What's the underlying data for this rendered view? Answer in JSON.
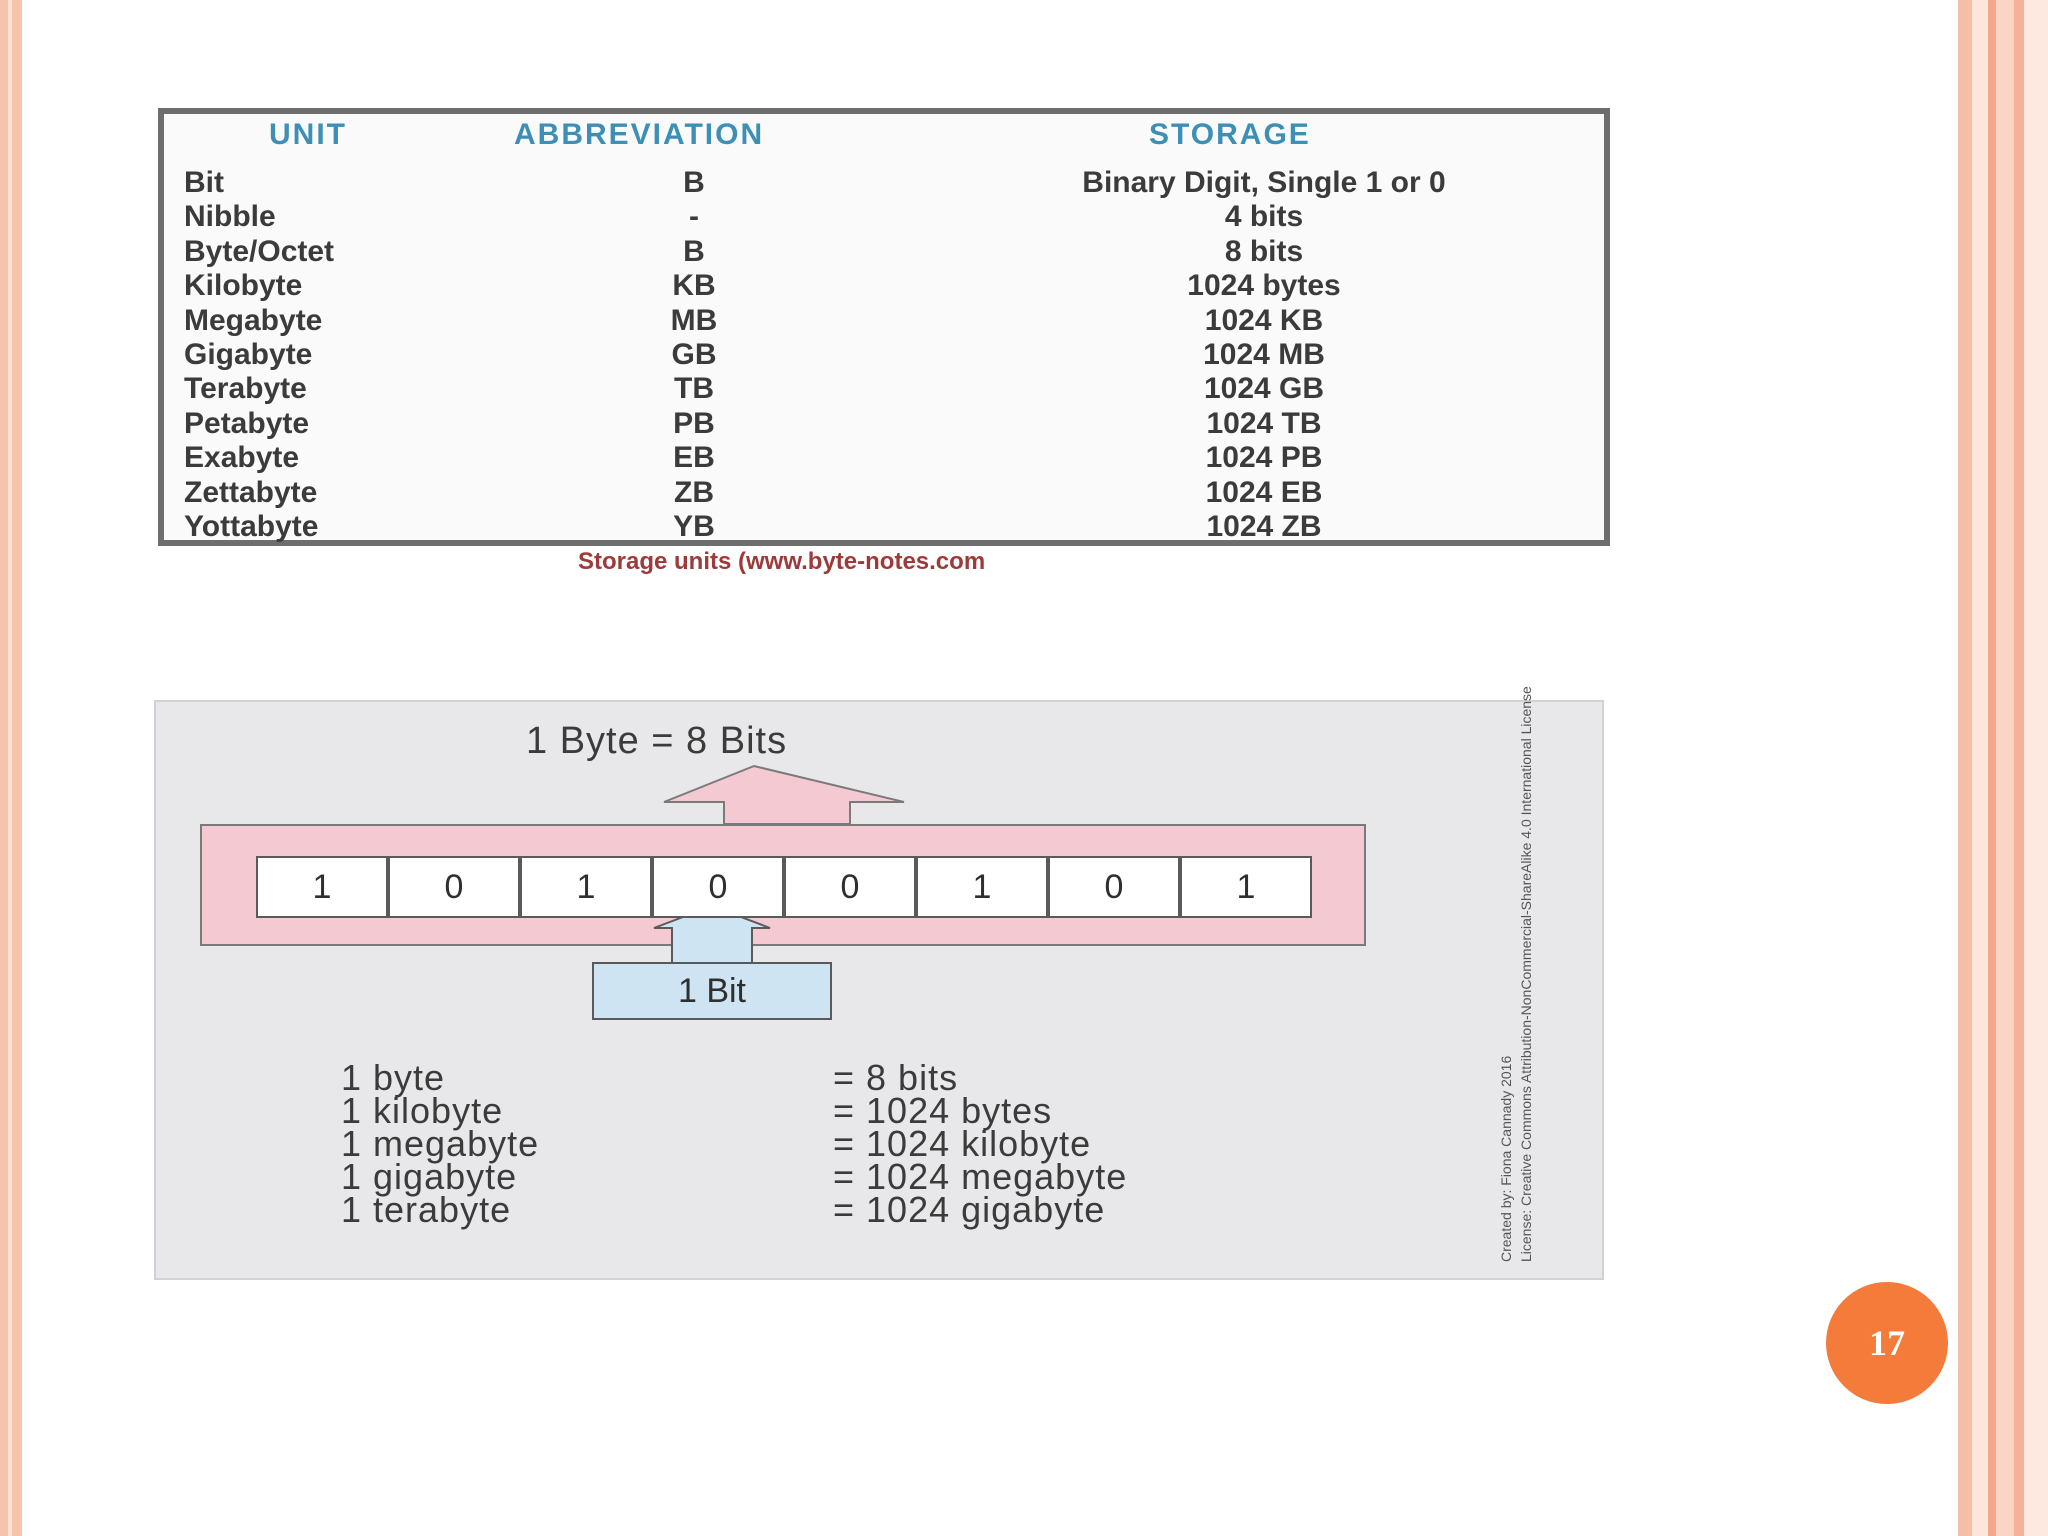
{
  "storage_table": {
    "headers": {
      "unit": "UNIT",
      "abbreviation": "ABBREVIATION",
      "storage": "STORAGE"
    },
    "rows": [
      {
        "unit": "Bit",
        "abbr": "B",
        "storage": "Binary Digit, Single 1 or 0"
      },
      {
        "unit": "Nibble",
        "abbr": "-",
        "storage": "4 bits"
      },
      {
        "unit": "Byte/Octet",
        "abbr": "B",
        "storage": "8 bits"
      },
      {
        "unit": "Kilobyte",
        "abbr": "KB",
        "storage": "1024 bytes"
      },
      {
        "unit": "Megabyte",
        "abbr": "MB",
        "storage": "1024 KB"
      },
      {
        "unit": "Gigabyte",
        "abbr": "GB",
        "storage": "1024 MB"
      },
      {
        "unit": "Terabyte",
        "abbr": "TB",
        "storage": "1024 GB"
      },
      {
        "unit": "Petabyte",
        "abbr": "PB",
        "storage": "1024 TB"
      },
      {
        "unit": "Exabyte",
        "abbr": "EB",
        "storage": "1024 PB"
      },
      {
        "unit": "Zettabyte",
        "abbr": "ZB",
        "storage": "1024 EB"
      },
      {
        "unit": "Yottabyte",
        "abbr": "YB",
        "storage": "1024 ZB"
      }
    ],
    "caption": "Storage units (www.byte-notes.com"
  },
  "byte_diagram": {
    "title": "1 Byte = 8 Bits",
    "bits": [
      "1",
      "0",
      "1",
      "0",
      "0",
      "1",
      "0",
      "1"
    ],
    "bit_label": "1 Bit",
    "equivalences": [
      {
        "lhs": "1 byte",
        "rhs": "= 8 bits"
      },
      {
        "lhs": "1 kilobyte",
        "rhs": "= 1024 bytes"
      },
      {
        "lhs": "1 megabyte",
        "rhs": "= 1024 kilobyte"
      },
      {
        "lhs": "1 gigabyte",
        "rhs": "= 1024 megabyte"
      },
      {
        "lhs": "1 terabyte",
        "rhs": "= 1024 gigabyte"
      }
    ],
    "credit_line1": "Created by: Fiona Cannady 2016",
    "credit_line2": "License: Creative Commons Attribution-NonCommercial-ShareAlike 4.0 International License"
  },
  "page_number": "17",
  "colors": {
    "accent_orange": "#f47b3a",
    "table_header": "#3d8fb5",
    "byte_band": "#f4c9d2",
    "bit_label_fill": "#cfe4f3"
  }
}
